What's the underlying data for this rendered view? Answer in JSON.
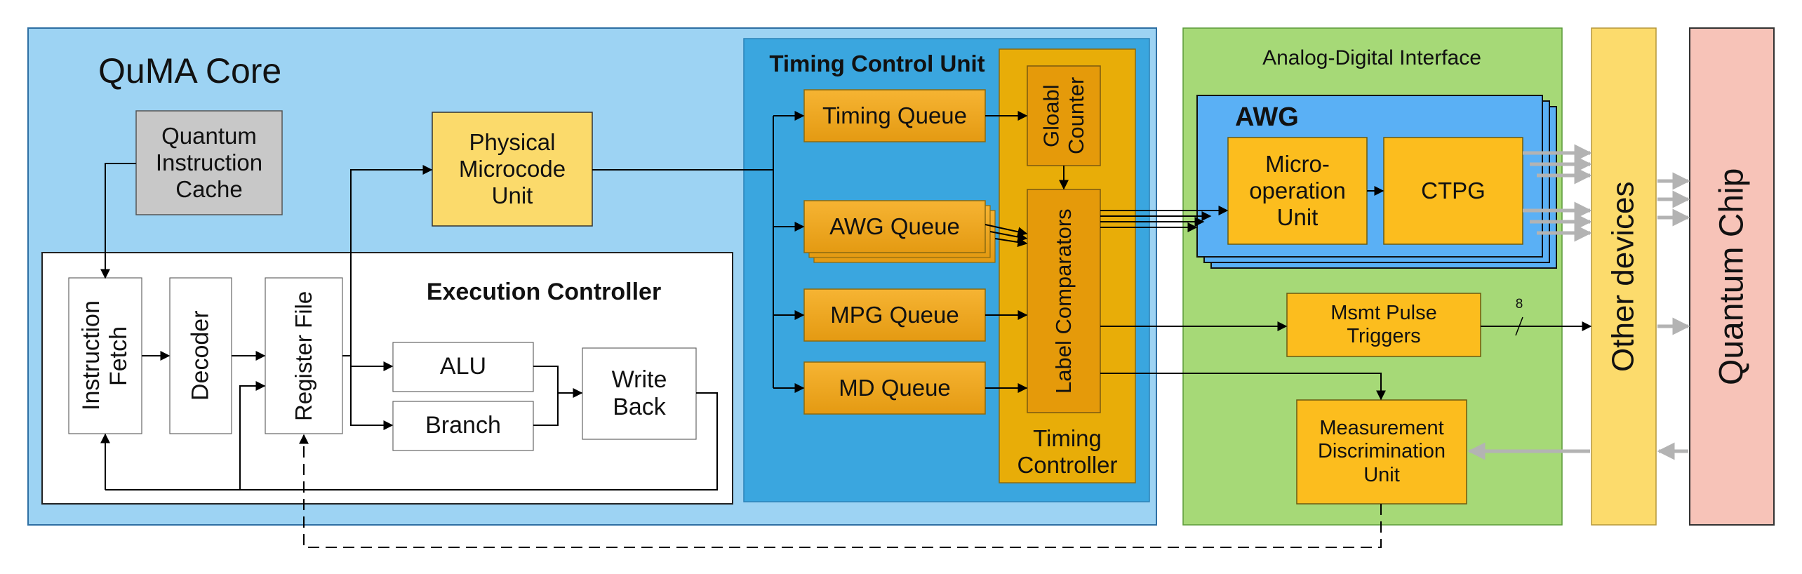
{
  "quma": {
    "title": "QuMA Core"
  },
  "qic": {
    "label": "Quantum\nInstruction\nCache"
  },
  "pmu": {
    "label": "Physical\nMicrocode\nUnit"
  },
  "ec": {
    "title": "Execution Controller",
    "fetch": "Instruction\nFetch",
    "decoder": "Decoder",
    "regfile": "Register File",
    "alu": "ALU",
    "branch": "Branch",
    "writeback": "Write\nBack"
  },
  "tcu": {
    "title": "Timing Control Unit",
    "timing_queue": "Timing Queue",
    "awg_queue": "AWG Queue",
    "mpg_queue": "MPG Queue",
    "md_queue": "MD Queue",
    "counter": "Gloabl\nCounter",
    "comparators": "Label Comparators",
    "controller": "Timing\nController"
  },
  "adi": {
    "title": "Analog-Digital Interface",
    "awg_title": "AWG",
    "microop": "Micro-\noperation\nUnit",
    "ctpg": "CTPG",
    "msmt": "Msmt Pulse\nTriggers",
    "bus_width": "8",
    "mdu": "Measurement\nDiscrimination\nUnit"
  },
  "other_devices": "Other devices",
  "quantum_chip": "Quantum Chip",
  "colors": {
    "quma_bg": "#9dd3f3",
    "tcu_bg": "#3aa6df",
    "adi_bg": "#a6d977",
    "awg_bg": "#5ab0f5",
    "other_bg": "#fcdb6c",
    "chip_bg": "#f7c3b8",
    "queue_fill": "#f3a81a",
    "yellow_block": "#fcbd1e",
    "pmu_fill": "#fbda6b",
    "qic_fill": "#c8c8c8"
  }
}
